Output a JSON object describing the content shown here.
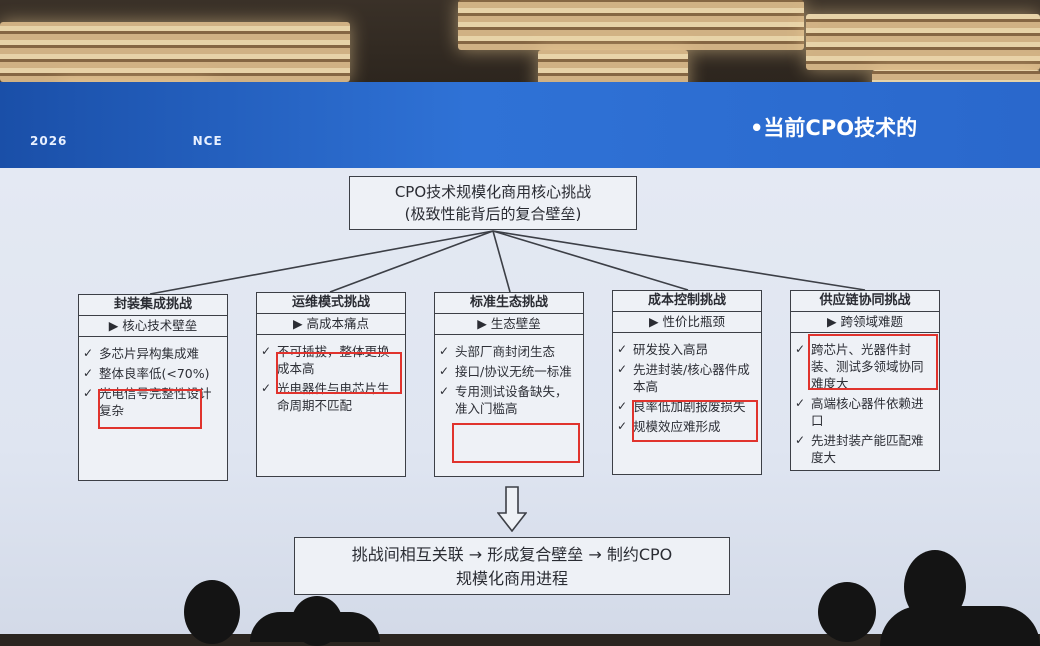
{
  "banner": {
    "left_text": "2026",
    "left_suffix": "NCE",
    "right_text": "•当前CPO技术的"
  },
  "title": {
    "line1": "CPO技术规模化商用核心挑战",
    "line2": "(极致性能背后的复合壁垒)"
  },
  "columns": [
    {
      "head": "封装集成挑战",
      "sub": "▶ 核心技术壁垒",
      "items": [
        "多芯片异构集成难",
        "整体良率低(<70%)",
        "光电信号完整性设计复杂"
      ]
    },
    {
      "head": "运维模式挑战",
      "sub": "▶ 高成本痛点",
      "items": [
        "不可插拔，整体更换成本高",
        "光电器件与电芯片生命周期不匹配"
      ]
    },
    {
      "head": "标准生态挑战",
      "sub": "▶ 生态壁垒",
      "items": [
        "头部厂商封闭生态",
        "接口/协议无统一标准",
        "专用测试设备缺失，准入门槛高"
      ]
    },
    {
      "head": "成本控制挑战",
      "sub": "▶ 性价比瓶颈",
      "items": [
        "研发投入高昂",
        "先进封装/核心器件成本高",
        "良率低加剧报废损失",
        "规模效应难形成"
      ]
    },
    {
      "head": "供应链协同挑战",
      "sub": "▶ 跨领域难题",
      "items": [
        "跨芯片、光器件封装、测试多领域协同难度大",
        "高端核心器件依赖进口",
        "先进封装产能匹配难度大"
      ]
    }
  ],
  "conclusion": {
    "line1": "挑战间相互关联 → 形成复合壁垒 → 制约CPO",
    "line2": "规模化商用进程"
  },
  "colors": {
    "highlight": "#e0332d",
    "banner": "#2f72d6",
    "border": "#3c3f46"
  }
}
